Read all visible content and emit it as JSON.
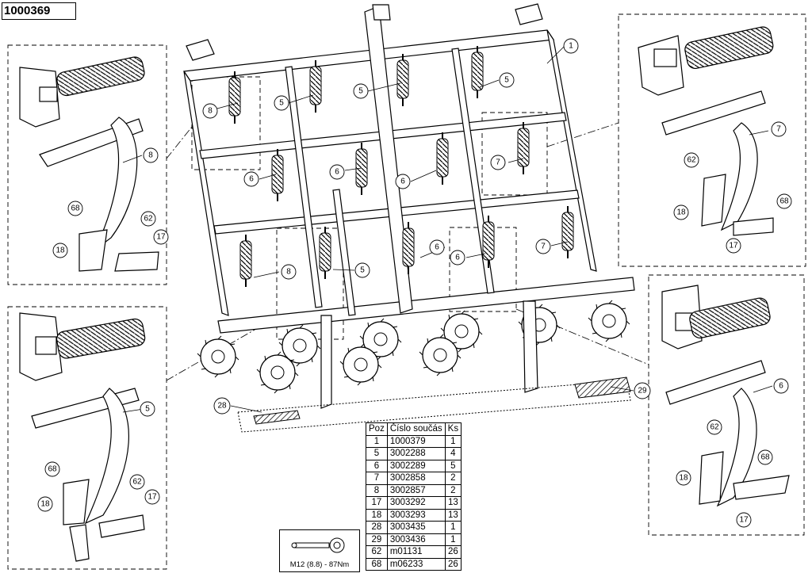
{
  "drawing_number": "1000369",
  "table": {
    "headers": [
      "Poz",
      "Číslo součás",
      "Ks"
    ],
    "rows": [
      [
        "1",
        "1000379",
        "1"
      ],
      [
        "5",
        "3002288",
        "4"
      ],
      [
        "6",
        "3002289",
        "5"
      ],
      [
        "7",
        "3002858",
        "2"
      ],
      [
        "8",
        "3002857",
        "2"
      ],
      [
        "17",
        "3003292",
        "13"
      ],
      [
        "18",
        "3003293",
        "13"
      ],
      [
        "28",
        "3003435",
        "1"
      ],
      [
        "29",
        "3003436",
        "1"
      ],
      [
        "62",
        "m01131",
        "26"
      ],
      [
        "68",
        "m06233",
        "26"
      ]
    ]
  },
  "torque_spec": "M12 (8.8) - 87Nm",
  "callouts": {
    "main_frame": [
      "1",
      "5",
      "5",
      "5",
      "8",
      "6",
      "6",
      "6",
      "7",
      "8",
      "5",
      "6",
      "6",
      "7",
      "28",
      "29"
    ],
    "detail_8": [
      "8",
      "68",
      "62",
      "18",
      "17"
    ],
    "detail_5": [
      "5",
      "68",
      "62",
      "18",
      "17"
    ],
    "detail_7": [
      "7",
      "62",
      "68",
      "18",
      "17"
    ],
    "detail_6": [
      "6",
      "62",
      "68",
      "18",
      "17"
    ]
  }
}
